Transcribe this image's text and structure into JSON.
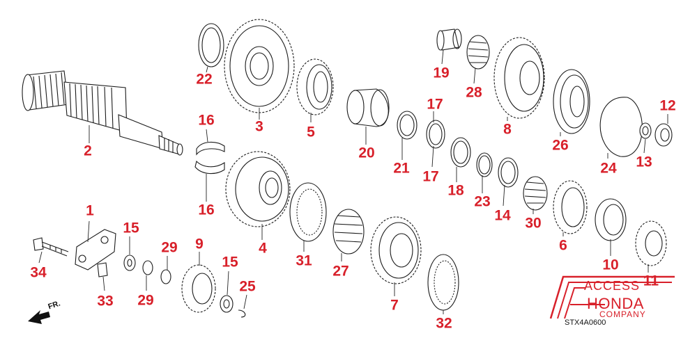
{
  "callouts": [
    "2",
    "3",
    "5",
    "22",
    "16",
    "16",
    "4",
    "20",
    "21",
    "17",
    "17",
    "18",
    "23",
    "14",
    "19",
    "28",
    "8",
    "26",
    "24",
    "12",
    "13",
    "30",
    "6",
    "10",
    "11",
    "31",
    "27",
    "7",
    "32",
    "1",
    "34",
    "33",
    "15",
    "29",
    "29",
    "9",
    "15",
    "25"
  ],
  "direction_label": "FR.",
  "logo": {
    "line1": "ACCESS",
    "line2": "HONDA",
    "line3": "COMPANY",
    "color": "#d8202a"
  },
  "diagram_code": "STX4A0600",
  "colors": {
    "callout": "#d8202a",
    "line": "#1a1a1a"
  }
}
